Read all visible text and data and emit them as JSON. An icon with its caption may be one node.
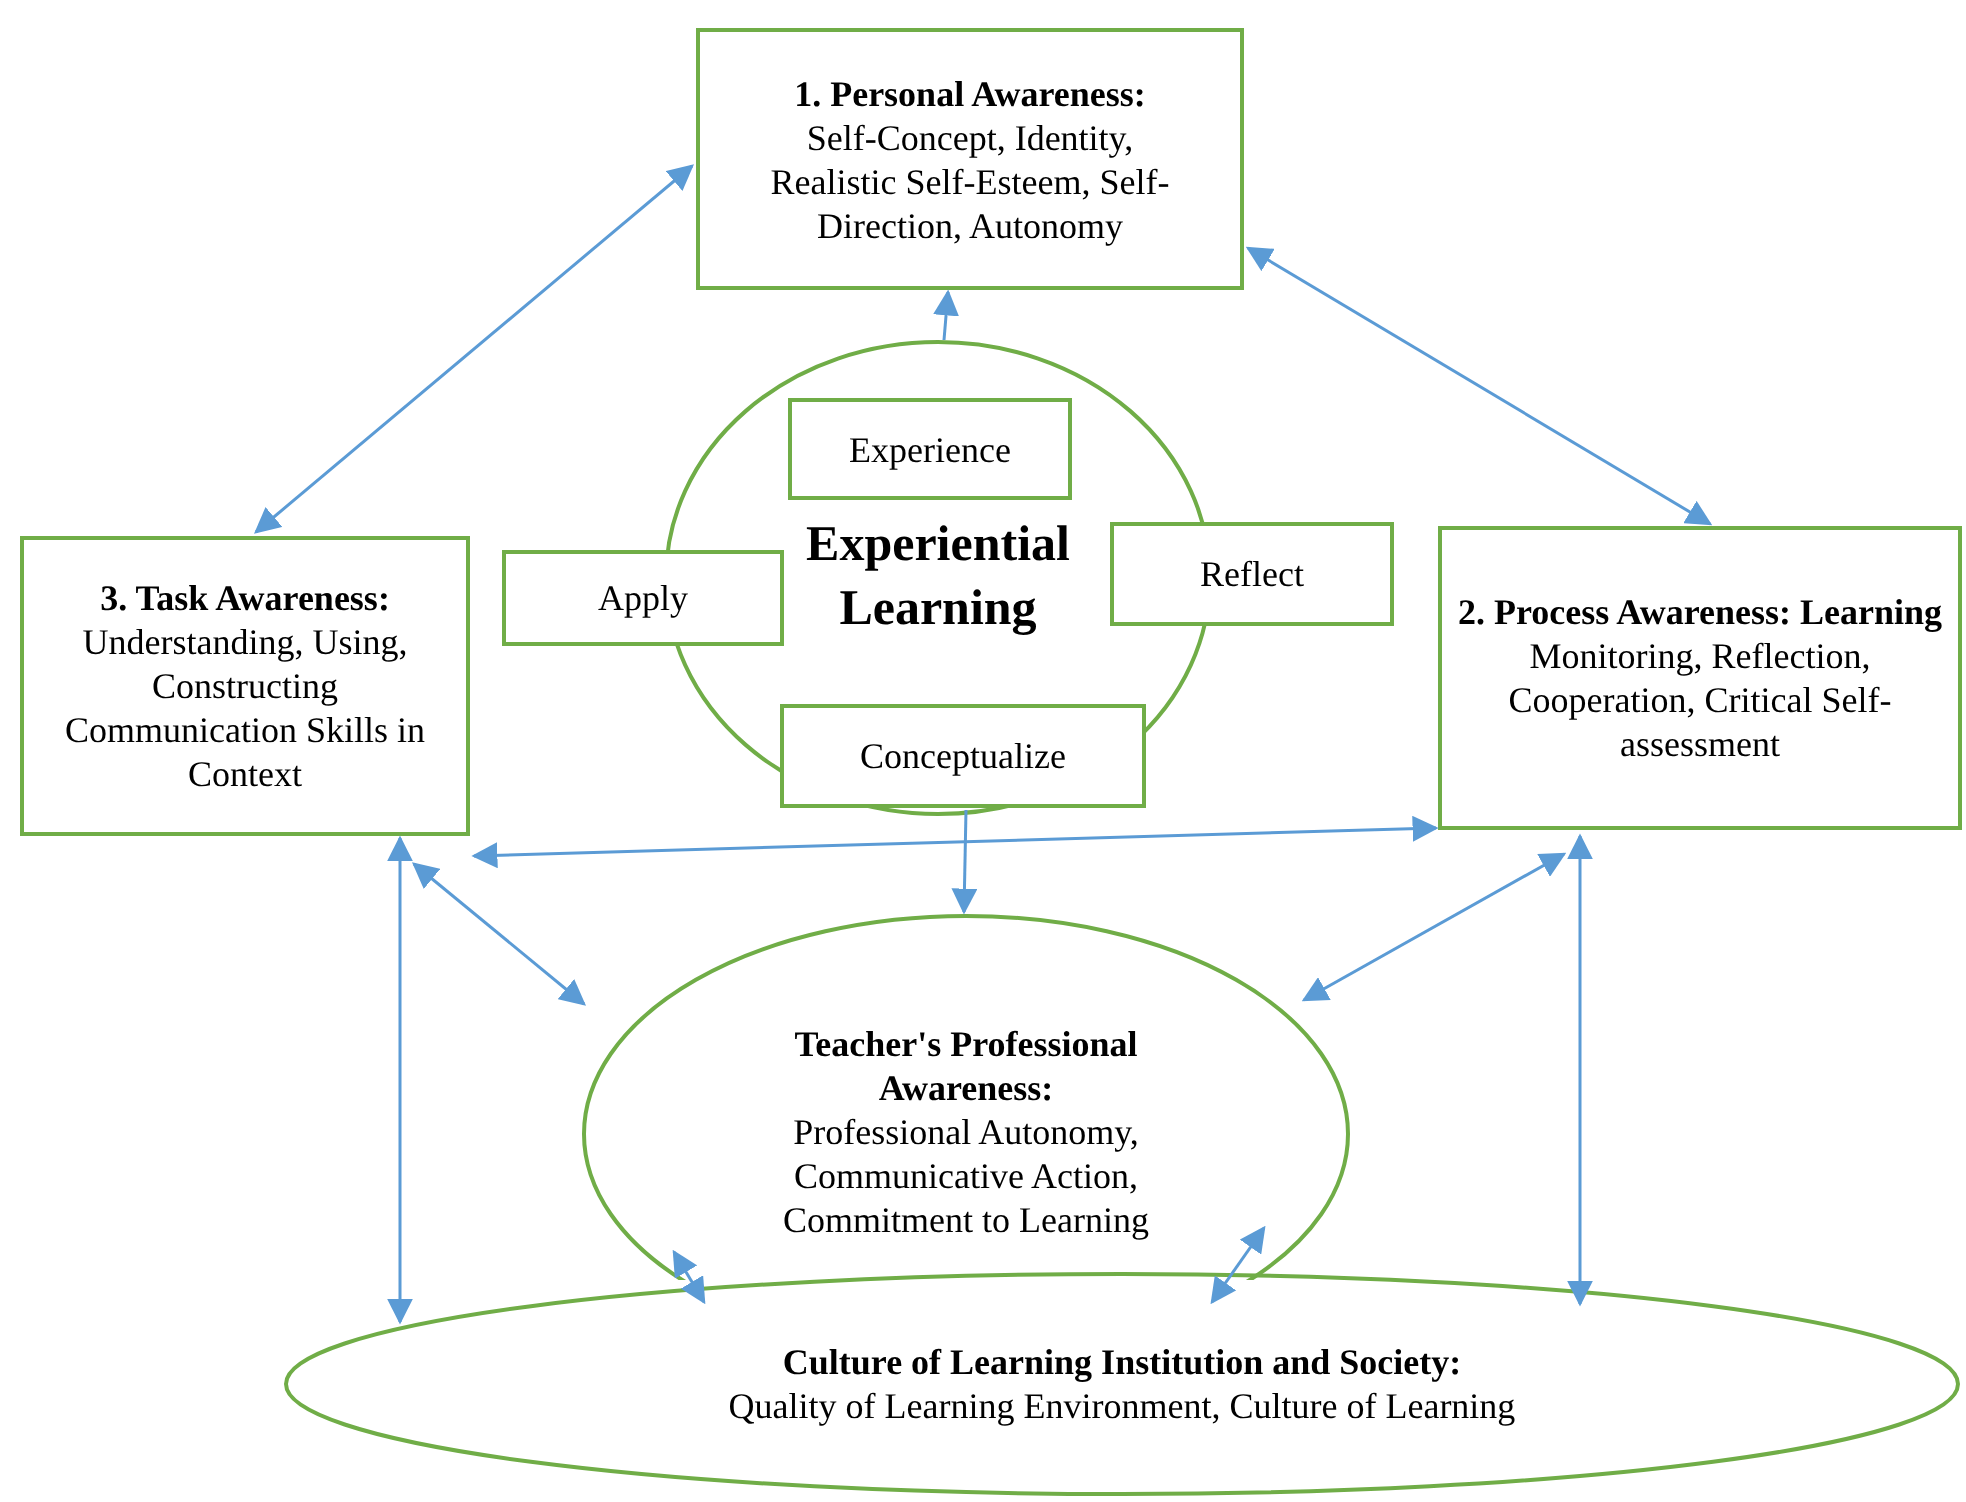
{
  "diagram": {
    "nodes": [
      {
        "text": [
          "1.  Personal Awareness:",
          "Self-Concept, Identity, Realistic Self-Esteem, Self-Direction, Autonomy"
        ]
      },
      {
        "text": [
          "Experiential Learning"
        ]
      },
      {
        "text": [
          "Experience"
        ],
        "in": 1
      },
      {
        "text": [
          "Apply"
        ]
      },
      {
        "text": [
          "Reflect"
        ]
      },
      {
        "text": [
          "Conceptualize"
        ],
        "in": 1
      },
      {
        "text": [
          "3.  Task Awareness:",
          "Understanding, Using, Constructing Communication Skills in Context"
        ]
      },
      {
        "text": [
          "2.  Process Awareness: Learning",
          "Monitoring, Reflection, Cooperation, Critical Self-assessment"
        ]
      },
      {
        "text": [
          "Teacher's Professional Awareness:",
          "Professional Autonomy, Communicative Action, Commitment to Learning"
        ]
      },
      {
        "text": [
          "Culture of Learning Institution and Society:",
          "Quality of Learning Environment, Culture of Learning"
        ]
      }
    ],
    "edges": [
      {
        "from": 6,
        "to": 0,
        "arrow": "both"
      },
      {
        "from": 0,
        "to": 7,
        "arrow": "both"
      },
      {
        "from": 1,
        "to": 0,
        "arrow": "to"
      },
      {
        "from": 5,
        "to": 8,
        "arrow": "to"
      },
      {
        "from": 6,
        "to": 7,
        "arrow": "both"
      },
      {
        "from": 6,
        "to": 8,
        "arrow": "both"
      },
      {
        "from": 7,
        "to": 8,
        "arrow": "both"
      },
      {
        "from": 6,
        "to": 9,
        "arrow": "both"
      },
      {
        "from": 7,
        "to": 9,
        "arrow": "both"
      },
      {
        "from": 8,
        "to": 9,
        "arrow": "both"
      },
      {
        "from": 8,
        "to": 9,
        "arrow": "both"
      }
    ]
  }
}
